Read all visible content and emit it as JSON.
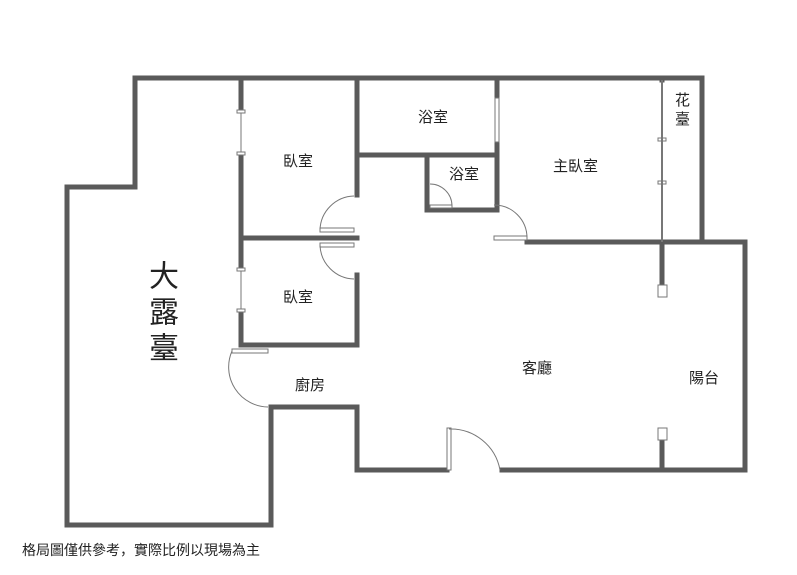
{
  "rooms": {
    "terrace": "大露臺",
    "bedroom1": "臥室",
    "bedroom2": "臥室",
    "bathroom1": "浴室",
    "bathroom2": "浴室",
    "master_bedroom": "主臥室",
    "planter": "花臺",
    "living_room": "客廳",
    "kitchen": "廚房",
    "balcony": "陽台"
  },
  "note": "格局圖僅供參考，實際比例以現場為主",
  "colors": {
    "wall": "#5a5a5a"
  }
}
